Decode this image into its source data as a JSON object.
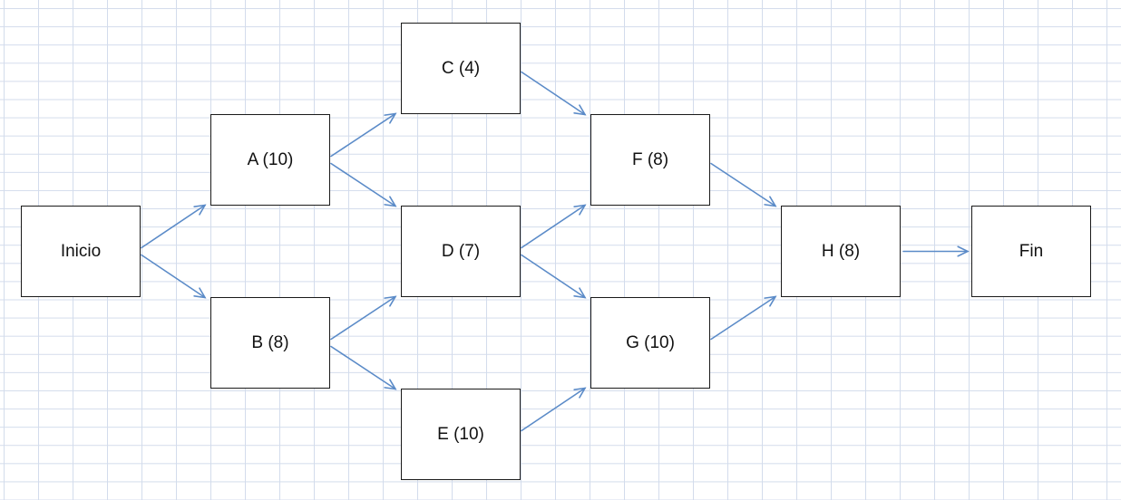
{
  "diagram": {
    "nodes": {
      "inicio": "Inicio",
      "a": "A (10)",
      "b": "B (8)",
      "c": "C (4)",
      "d": "D (7)",
      "e": "E (10)",
      "f": "F (8)",
      "g": "G (10)",
      "h": "H (8)",
      "fin": "Fin"
    },
    "edges": [
      {
        "from": "inicio",
        "to": "a"
      },
      {
        "from": "inicio",
        "to": "b"
      },
      {
        "from": "a",
        "to": "c"
      },
      {
        "from": "a",
        "to": "d"
      },
      {
        "from": "b",
        "to": "d"
      },
      {
        "from": "b",
        "to": "e"
      },
      {
        "from": "c",
        "to": "f"
      },
      {
        "from": "d",
        "to": "f"
      },
      {
        "from": "d",
        "to": "g"
      },
      {
        "from": "e",
        "to": "g"
      },
      {
        "from": "f",
        "to": "h"
      },
      {
        "from": "g",
        "to": "h"
      },
      {
        "from": "h",
        "to": "fin"
      }
    ],
    "colors": {
      "arrow": "#5b8bc8",
      "grid": "#d3dcec",
      "box_border": "#1a1a1a"
    }
  }
}
